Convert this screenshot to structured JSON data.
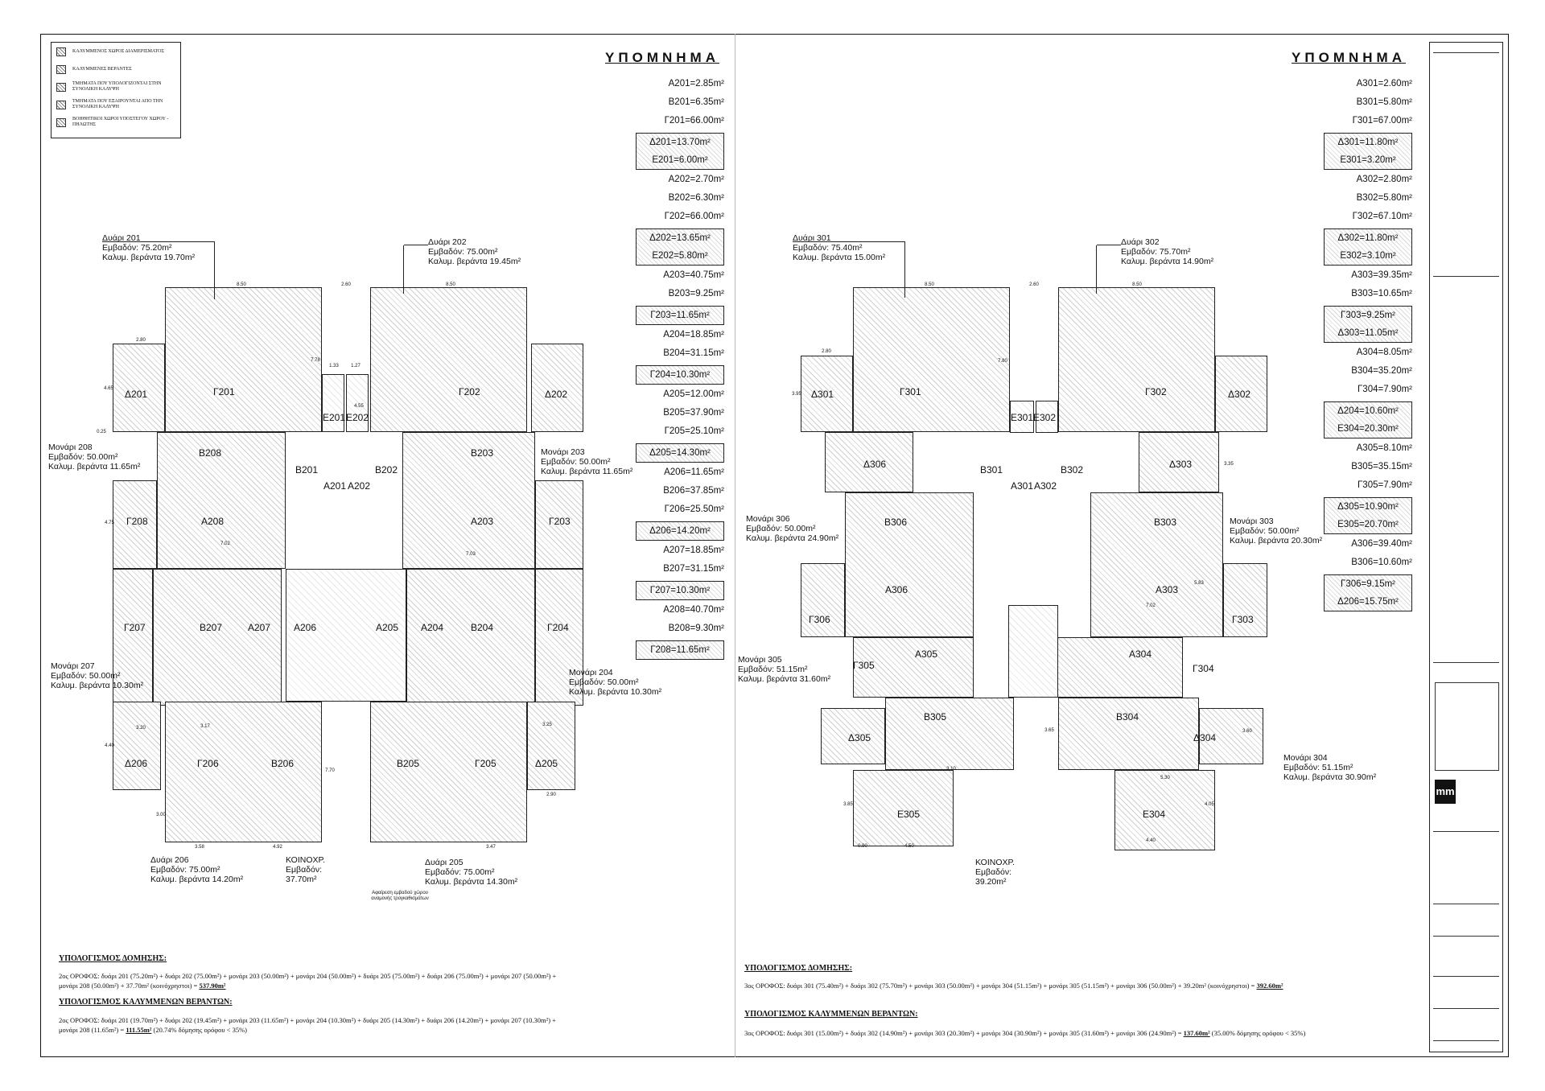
{
  "legend": [
    "ΚΑΛΥΜΜΕΝΟΣ ΧΩΡΟΣ ΔΙΑΜΕΡΙΣΜΑΤΟΣ",
    "ΚΑΛΥΜΜΕΝΕΣ ΒΕΡΑΝΤΕΣ",
    "ΤΜΗΜΑΤΑ ΠΟΥ ΥΠΟΛΟΓΙΖΟΝΤΑΙ ΣΤΗΝ ΣΥΝΟΛΙΚΗ ΚΑΛΥΨΗ",
    "ΤΜΗΜΑΤΑ ΠΟΥ ΕΞΑΙΡΟΥΝΤΑΙ ΑΠΟ ΤΗΝ ΣΥΝΟΛΙΚΗ ΚΑΛΥΨΗ",
    "ΒΟΗΘΗΤΙΚΟΙ ΧΩΡΟΙ ΥΠΟΣΤΕΓΟΥ ΧΩΡΟΥ - ΠΗΛΩΤΗΣ"
  ],
  "ypomnima_title": "ΥΠΟΜΝΗΜΑ",
  "left_values": {
    "plain1": [
      "A201=2.85m²",
      "B201=6.35m²",
      "Γ201=66.00m²"
    ],
    "box1": [
      "Δ201=13.70m²",
      "E201=6.00m²"
    ],
    "plain2": [
      "A202=2.70m²",
      "B202=6.30m²",
      "Γ202=66.00m²"
    ],
    "box2": [
      "Δ202=13.65m²",
      "E202=5.80m²"
    ],
    "plain3": [
      "A203=40.75m²",
      "B203=9.25m²"
    ],
    "box3": [
      "Γ203=11.65m²"
    ],
    "plain4": [
      "A204=18.85m²",
      "B204=31.15m²"
    ],
    "box4": [
      "Γ204=10.30m²"
    ],
    "plain5": [
      "A205=12.00m²",
      "B205=37.90m²",
      "Γ205=25.10m²"
    ],
    "box5": [
      "Δ205=14.30m²"
    ],
    "plain6": [
      "A206=11.65m²",
      "B206=37.85m²",
      "Γ206=25.50m²"
    ],
    "box6": [
      "Δ206=14.20m²"
    ],
    "plain7": [
      "A207=18.85m²",
      "B207=31.15m²"
    ],
    "box7": [
      "Γ207=10.30m²"
    ],
    "plain8": [
      "A208=40.70m²",
      "B208=9.30m²"
    ],
    "box8": [
      "Γ208=11.65m²"
    ]
  },
  "right_values": {
    "plain1": [
      "A301=2.60m²",
      "B301=5.80m²",
      "Γ301=67.00m²"
    ],
    "box1": [
      "Δ301=11.80m²",
      "E301=3.20m²"
    ],
    "plain2": [
      "A302=2.80m²",
      "B302=5.80m²",
      "Γ302=67.10m²"
    ],
    "box2": [
      "Δ302=11.80m²",
      "E302=3.10m²"
    ],
    "plain3": [
      "A303=39.35m²",
      "B303=10.65m²"
    ],
    "box3": [
      "Γ303=9.25m²",
      "Δ303=11.05m²"
    ],
    "plain4": [
      "A304=8.05m²",
      "B304=35.20m²",
      "Γ304=7.90m²"
    ],
    "box4": [
      "Δ204=10.60m²",
      "E304=20.30m²"
    ],
    "plain5": [
      "A305=8.10m²",
      "B305=35.15m²",
      "Γ305=7.90m²"
    ],
    "box5": [
      "Δ305=10.90m²",
      "E305=20.70m²"
    ],
    "plain6": [
      "A306=39.40m²",
      "B306=10.60m²"
    ],
    "box6": [
      "Γ306=9.15m²",
      "Δ206=15.75m²"
    ]
  },
  "left_units": {
    "d201": [
      "Δυάρι 201",
      "Εμβαδόν: 75.20m²",
      "Καλυμ. βεράντα 19.70m²"
    ],
    "d202": [
      "Δυάρι 202",
      "Εμβαδόν: 75.00m²",
      "Καλυμ. βεράντα 19.45m²"
    ],
    "m208": [
      "Μονάρι 208",
      "Εμβαδόν: 50.00m²",
      "Καλυμ. βεράντα 11.65m²"
    ],
    "m203": [
      "Μονάρι 203",
      "Εμβαδόν: 50.00m²",
      "Καλυμ. βεράντα 11.65m²"
    ],
    "m207": [
      "Μονάρι 207",
      "Εμβαδόν: 50.00m²",
      "Καλυμ. βεράντα 10.30m²"
    ],
    "m204": [
      "Μονάρι 204",
      "Εμβαδόν: 50.00m²",
      "Καλυμ. βεράντα 10.30m²"
    ],
    "d206": [
      "Δυάρι 206",
      "Εμβαδόν: 75.00m²",
      "Καλυμ. βεράντα 14.20m²"
    ],
    "koin": [
      "ΚΟΙΝΟΧΡ.",
      "Εμβαδόν:",
      "37.70m²"
    ],
    "d205": [
      "Δυάρι 205",
      "Εμβαδόν: 75.00m²",
      "Καλυμ. βεράντα 14.30m²"
    ],
    "note": [
      "Αφαίρεση εμβαδού χώρου",
      "αναμονής τρογκαθισμάτων"
    ]
  },
  "right_units": {
    "d301": [
      "Δυάρι 301",
      "Εμβαδόν: 75.40m²",
      "Καλυμ. βεράντα 15.00m²"
    ],
    "d302": [
      "Δυάρι 302",
      "Εμβαδόν: 75.70m²",
      "Καλυμ. βεράντα 14.90m²"
    ],
    "m306": [
      "Μονάρι 306",
      "Εμβαδόν: 50.00m²",
      "Καλυμ. βεράντα 24.90m²"
    ],
    "m303": [
      "Μονάρι 303",
      "Εμβαδόν: 50.00m²",
      "Καλυμ. βεράντα 20.30m²"
    ],
    "m305": [
      "Μονάρι 305",
      "Εμβαδόν: 51.15m²",
      "Καλυμ. βεράντα 31.60m²"
    ],
    "m304": [
      "Μονάρι 304",
      "Εμβαδόν: 51.15m²",
      "Καλυμ. βεράντα 30.90m²"
    ],
    "koin": [
      "ΚΟΙΝΟΧΡ.",
      "Εμβαδόν:",
      "39.20m²"
    ]
  },
  "left_rooms": {
    "G201": "Γ201",
    "G202": "Γ202",
    "D201": "Δ201",
    "D202": "Δ202",
    "E201": "E201",
    "E202": "E202",
    "B208": "B208",
    "B201": "B201",
    "A201": "A201",
    "A202": "A202",
    "B202": "B202",
    "B203": "B203",
    "G208": "Γ208",
    "A208": "A208",
    "A203": "A203",
    "G203": "Γ203",
    "G207": "Γ207",
    "B207": "B207",
    "A207": "A207",
    "A206": "A206",
    "A205": "A205",
    "A204": "A204",
    "B204": "B204",
    "G204": "Γ204",
    "D206": "Δ206",
    "G206": "Γ206",
    "B206": "B206",
    "B205": "B205",
    "G205": "Γ205",
    "D205": "Δ205"
  },
  "right_rooms": {
    "G301": "Γ301",
    "G302": "Γ302",
    "D301": "Δ301",
    "D302": "Δ302",
    "E301": "E301",
    "E302": "E302",
    "D306": "Δ306",
    "B301": "B301",
    "A301": "A301",
    "A302": "A302",
    "B302": "B302",
    "D303": "Δ303",
    "B306": "B306",
    "B303": "B303",
    "A306": "A306",
    "A303": "A303",
    "G306": "Γ306",
    "G303": "Γ303",
    "G305": "Γ305",
    "A305": "A305",
    "A304": "A304",
    "G304": "Γ304",
    "D305": "Δ305",
    "B305": "B305",
    "B304": "B304",
    "D304": "Δ304",
    "E305": "E305",
    "E304": "E304"
  },
  "left_calc": {
    "h1": "ΥΠΟΛΟΓΙΣΜΟΣ ΔΟΜΗΣΗΣ:",
    "t1a": "2ος ΟΡΟΦΟΣ: δυάρι 201 (75.20m²) + δυάρι 202 (75.00m²) + μονάρι 203 (50.00m²) + μονάρι 204 (50.00m²) + δυάρι 205 (75.00m²) + δυάρι 206 (75.00m²) + μονάρι 207 (50.00m²) +",
    "t1b": "μονάρι 208 (50.00m²) + 37.70m² (κοινόχρηστοι) =",
    "t1total": "537.90m²",
    "h2": "ΥΠΟΛΟΓΙΣΜΟΣ ΚΑΛΥΜΜΕΝΩΝ ΒΕΡΑΝΤΩΝ:",
    "t2a": "2ος ΟΡΟΦΟΣ: δυάρι 201 (19.70m²) + δυάρι 202 (19.45m²) + μονάρι 203 (11.65m²) + μονάρι 204 (10.30m²) + δυάρι 205 (14.30m²) + δυάρι 206 (14.20m²) + μονάρι 207 (10.30m²) +",
    "t2b": "μονάρι 208 (11.65m²) =",
    "t2total": "111.55m²",
    "t2tail": "(20.74% δόμησης ορόφου < 35%)"
  },
  "right_calc": {
    "h1": "ΥΠΟΛΟΓΙΣΜΟΣ ΔΟΜΗΣΗΣ:",
    "t1a": "3ος ΟΡΟΦΟΣ: δυάρι 301 (75.40m²) + δυάρι 302 (75.70m²) + μονάρι 303 (50.00m²) + μονάρι 304 (51.15m²) + μονάρι 305 (51.15m²) + μονάρι 306 (50.00m²) + 39.20m² (κοινόχρηστοι) =",
    "t1total": "392.60m²",
    "h2": "ΥΠΟΛΟΓΙΣΜΟΣ ΚΑΛΥΜΜΕΝΩΝ ΒΕΡΑΝΤΩΝ:",
    "t2a": "3ος ΟΡΟΦΟΣ: δυάρι 301 (15.00m²) + δυάρι 302 (14.90m²) + μονάρι 303 (20.30m²) + μονάρι 304 (30.90m²) + μονάρι 305 (31.60m²) + μονάρι 306 (24.90m²) =",
    "t2total": "137.60m²",
    "t2tail": "(35.00% δόμησης ορόφου < 35%)"
  },
  "dims_left": {
    "d850a": "8.50",
    "d260": "2.60",
    "d850b": "8.50",
    "d280": "2.80",
    "d465": "4.65",
    "d778": "7.78",
    "d133": "1.33",
    "d127": "1.27",
    "d455": "4.55",
    "d025": "0.25",
    "d475": "4.75",
    "d703": "7.03",
    "d702": "7.02",
    "d317": "3.17",
    "d400": "4.40",
    "d358": "3.58",
    "d492": "4.92",
    "d347": "3.47",
    "d770": "7.70",
    "d290": "2.90",
    "d300": "3.00",
    "d320": "3.20",
    "d325": "3.25"
  },
  "dims_right": {
    "d850a": "8.50",
    "d260": "2.60",
    "d850b": "8.50",
    "d280": "2.80",
    "d395": "3.95",
    "d780": "7.80",
    "d335": "3.35",
    "d702": "7.02",
    "d583": "5.83",
    "d360": "3.60",
    "d365": "3.65",
    "d530": "5.30",
    "d440": "4.40",
    "d450": "4.50",
    "d385": "3.85",
    "d405": "4.05",
    "d310": "3.10",
    "d090": "0.90"
  },
  "logo_text": "mm"
}
